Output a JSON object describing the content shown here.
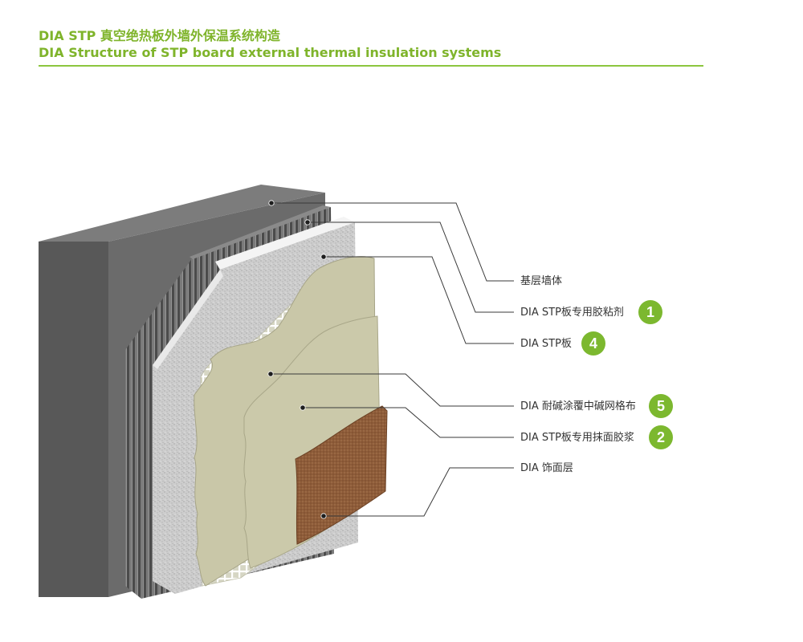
{
  "header": {
    "title_cn": "DIA STP 真空绝热板外墙外保温系统构造",
    "title_en": "DIA Structure of STP board external thermal insulation systems"
  },
  "layers": [
    {
      "label": "基层墙体",
      "badge": ""
    },
    {
      "label": "DIA STP板专用胶粘剂",
      "badge": "1"
    },
    {
      "label": "DIA STP板",
      "badge": "4"
    },
    {
      "label": "DIA 耐碱涂覆中碱网格布",
      "badge": "5"
    },
    {
      "label": "DIA STP板专用抹面胶浆",
      "badge": "2"
    },
    {
      "label": "DIA 饰面层",
      "badge": ""
    }
  ],
  "colors": {
    "accent": "#7cb82f",
    "wall": "#5f5f5f",
    "adhesive": "#5a5a5a",
    "board": "#cfcfcf",
    "mortar": "#c9c7a8",
    "finish": "#8a5a38"
  }
}
